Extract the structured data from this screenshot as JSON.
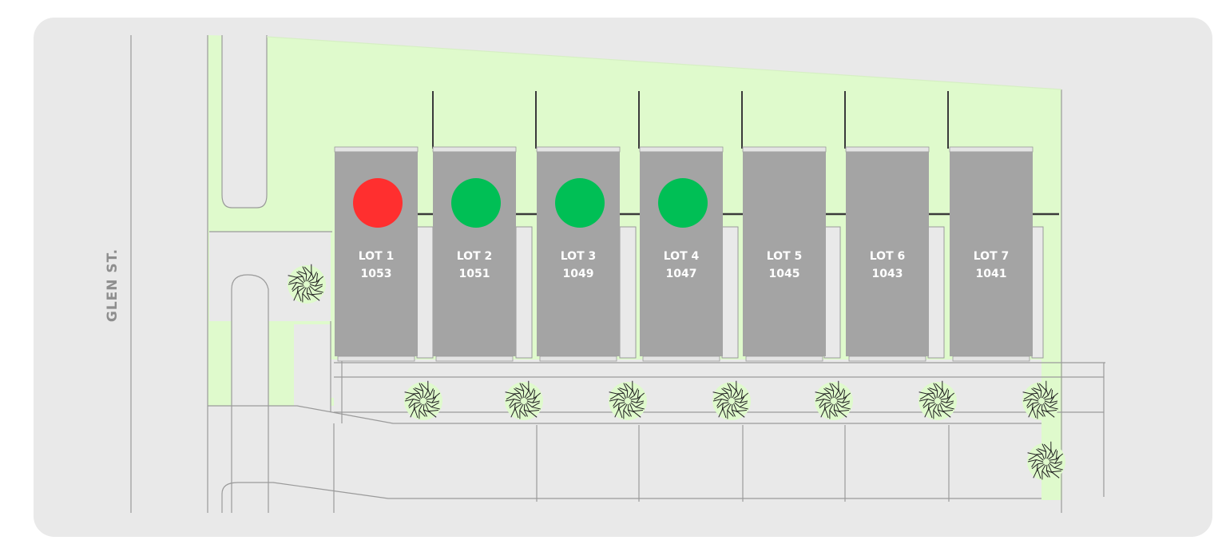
{
  "street": {
    "name": "GLEN ST."
  },
  "colors": {
    "panel": "#e9e9e9",
    "green_space": "#dffacc",
    "building": "#a4a4a4",
    "sold": "#ff2f2f",
    "available": "#00bf55",
    "line": "#9a9a9a"
  },
  "status_legend": {
    "sold": "red",
    "available": "green",
    "none": "no marker"
  },
  "lots": [
    {
      "lot": "LOT 1",
      "address": "1053",
      "status": "sold"
    },
    {
      "lot": "LOT 2",
      "address": "1051",
      "status": "available"
    },
    {
      "lot": "LOT 3",
      "address": "1049",
      "status": "available"
    },
    {
      "lot": "LOT 4",
      "address": "1047",
      "status": "available"
    },
    {
      "lot": "LOT 5",
      "address": "1045",
      "status": "none"
    },
    {
      "lot": "LOT 6",
      "address": "1043",
      "status": "none"
    },
    {
      "lot": "LOT 7",
      "address": "1041",
      "status": "none"
    }
  ],
  "icons": {
    "tree": "tree-icon"
  }
}
